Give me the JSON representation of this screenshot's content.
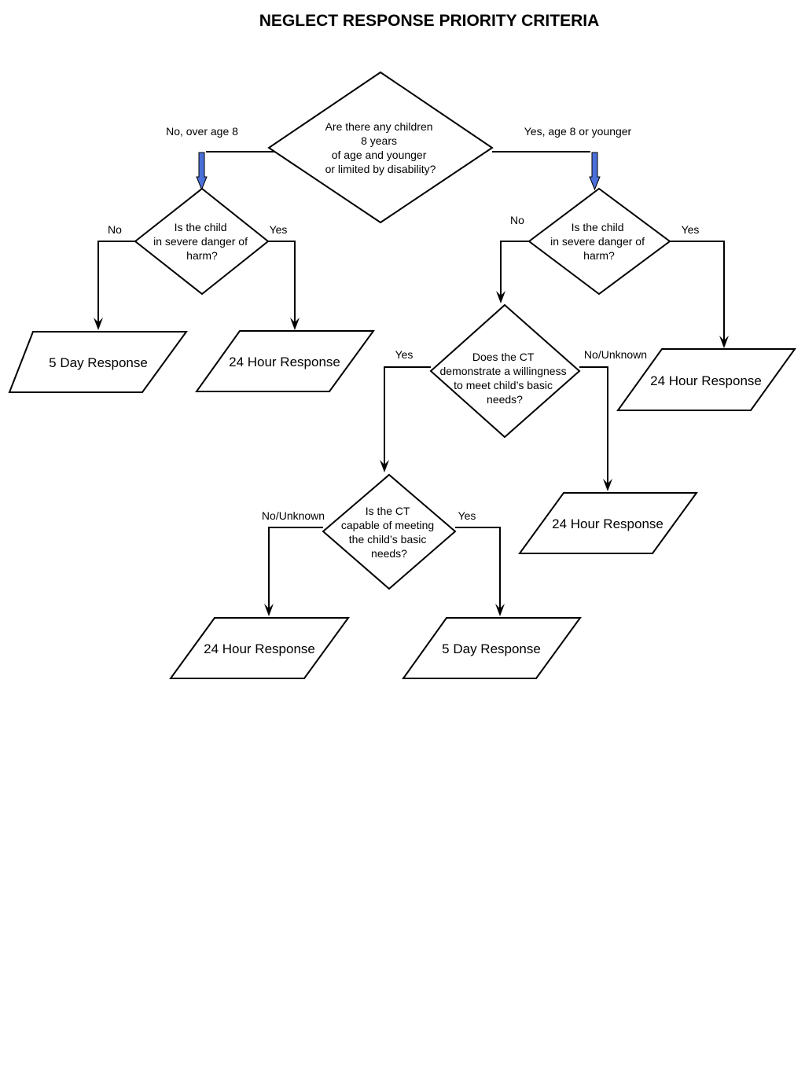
{
  "title": "NEGLECT RESPONSE PRIORITY CRITERIA",
  "colors": {
    "stroke": "#000000",
    "highlight_arrow": "#4a6fd8"
  },
  "questions": {
    "root": [
      "Are there any children",
      "8 years",
      "of age and younger",
      "or limited by disability?"
    ],
    "danger_left": [
      "Is the child",
      "in severe danger of",
      "harm?"
    ],
    "danger_right": [
      "Is the child",
      "in severe danger of",
      "harm?"
    ],
    "willingness": [
      "Does the CT",
      "demonstrate a willingness",
      "to meet child’s basic",
      "needs?"
    ],
    "capable": [
      "Is the CT",
      "capable of meeting",
      "the child’s basic",
      "needs?"
    ]
  },
  "branch_labels": {
    "root_no": "No, over age 8",
    "root_yes": "Yes, age 8 or younger",
    "left_no": "No",
    "left_yes": "Yes",
    "right_no": "No",
    "right_yes": "Yes",
    "will_yes": "Yes",
    "will_no": "No/Unknown",
    "cap_no": "No/Unknown",
    "cap_yes": "Yes"
  },
  "outcomes": {
    "left_no": "5 Day Response",
    "left_yes": "24 Hour Response",
    "right_yes": "24 Hour Response",
    "will_no": "24 Hour Response",
    "cap_no": "24 Hour Response",
    "cap_yes": "5 Day Response"
  }
}
